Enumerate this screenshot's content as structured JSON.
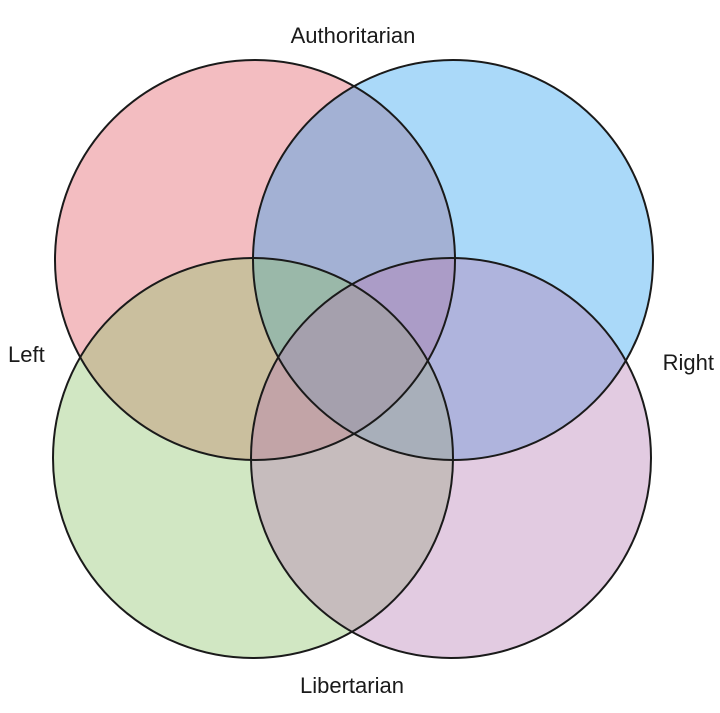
{
  "labels": {
    "top": "Authoritarian",
    "left": "Left",
    "right": "Right",
    "bottom": "Libertarian"
  },
  "sets": [
    {
      "id": "auth-left",
      "color": "#e05a64"
    },
    {
      "id": "auth-right",
      "color": "#2a9ff0"
    },
    {
      "id": "lib-left",
      "color": "#8cc26a"
    },
    {
      "id": "lib-right",
      "color": "#b67cb4"
    }
  ],
  "style": {
    "outline_color": "#1a1a1a",
    "label_color": "#1a1a1a"
  }
}
